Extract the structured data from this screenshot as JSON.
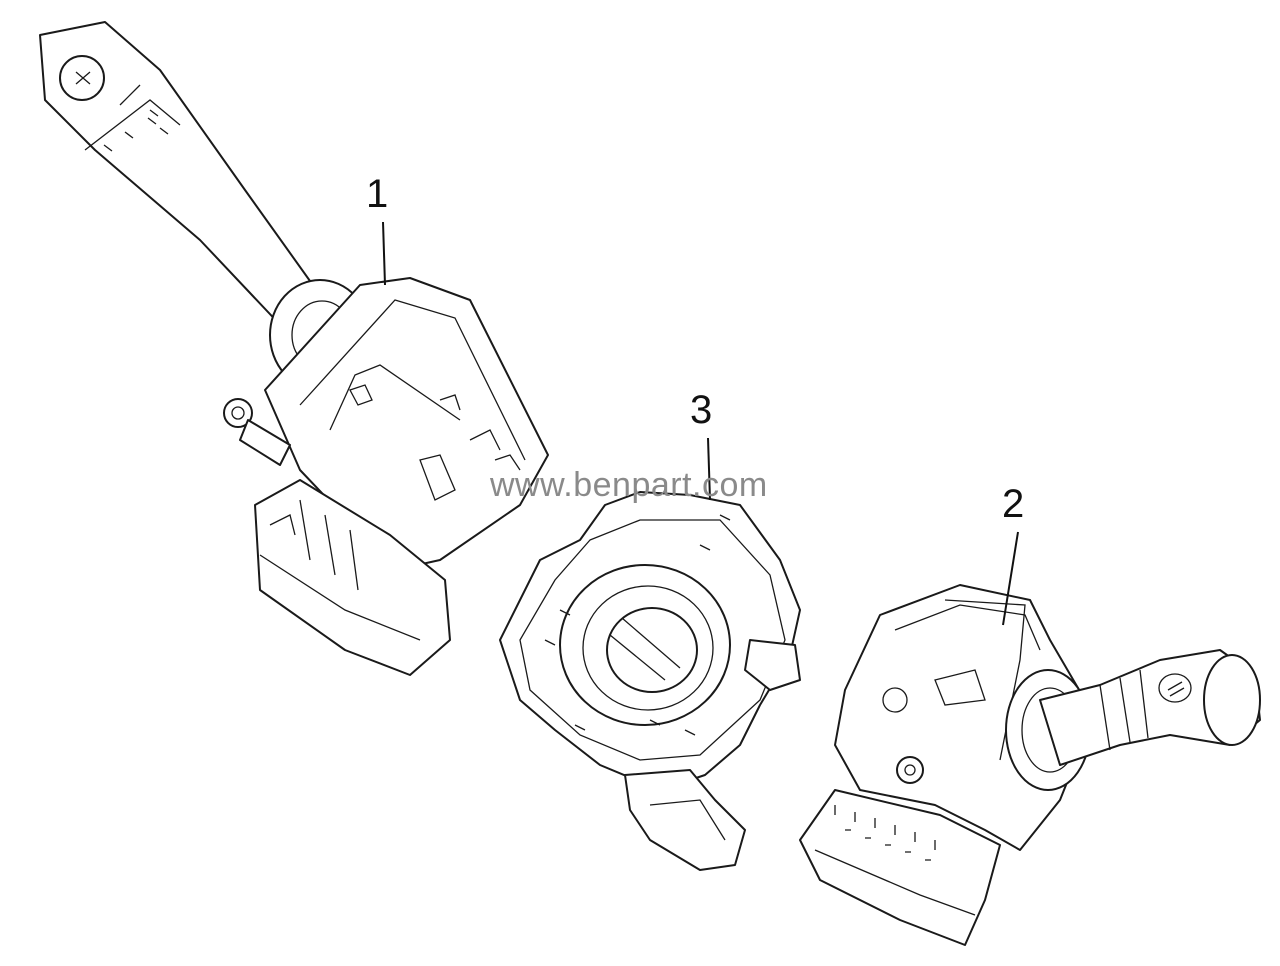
{
  "diagram": {
    "callouts": [
      {
        "id": "1",
        "label": "1"
      },
      {
        "id": "2",
        "label": "2"
      },
      {
        "id": "3",
        "label": "3"
      }
    ],
    "watermark": "www.benpart.com"
  }
}
